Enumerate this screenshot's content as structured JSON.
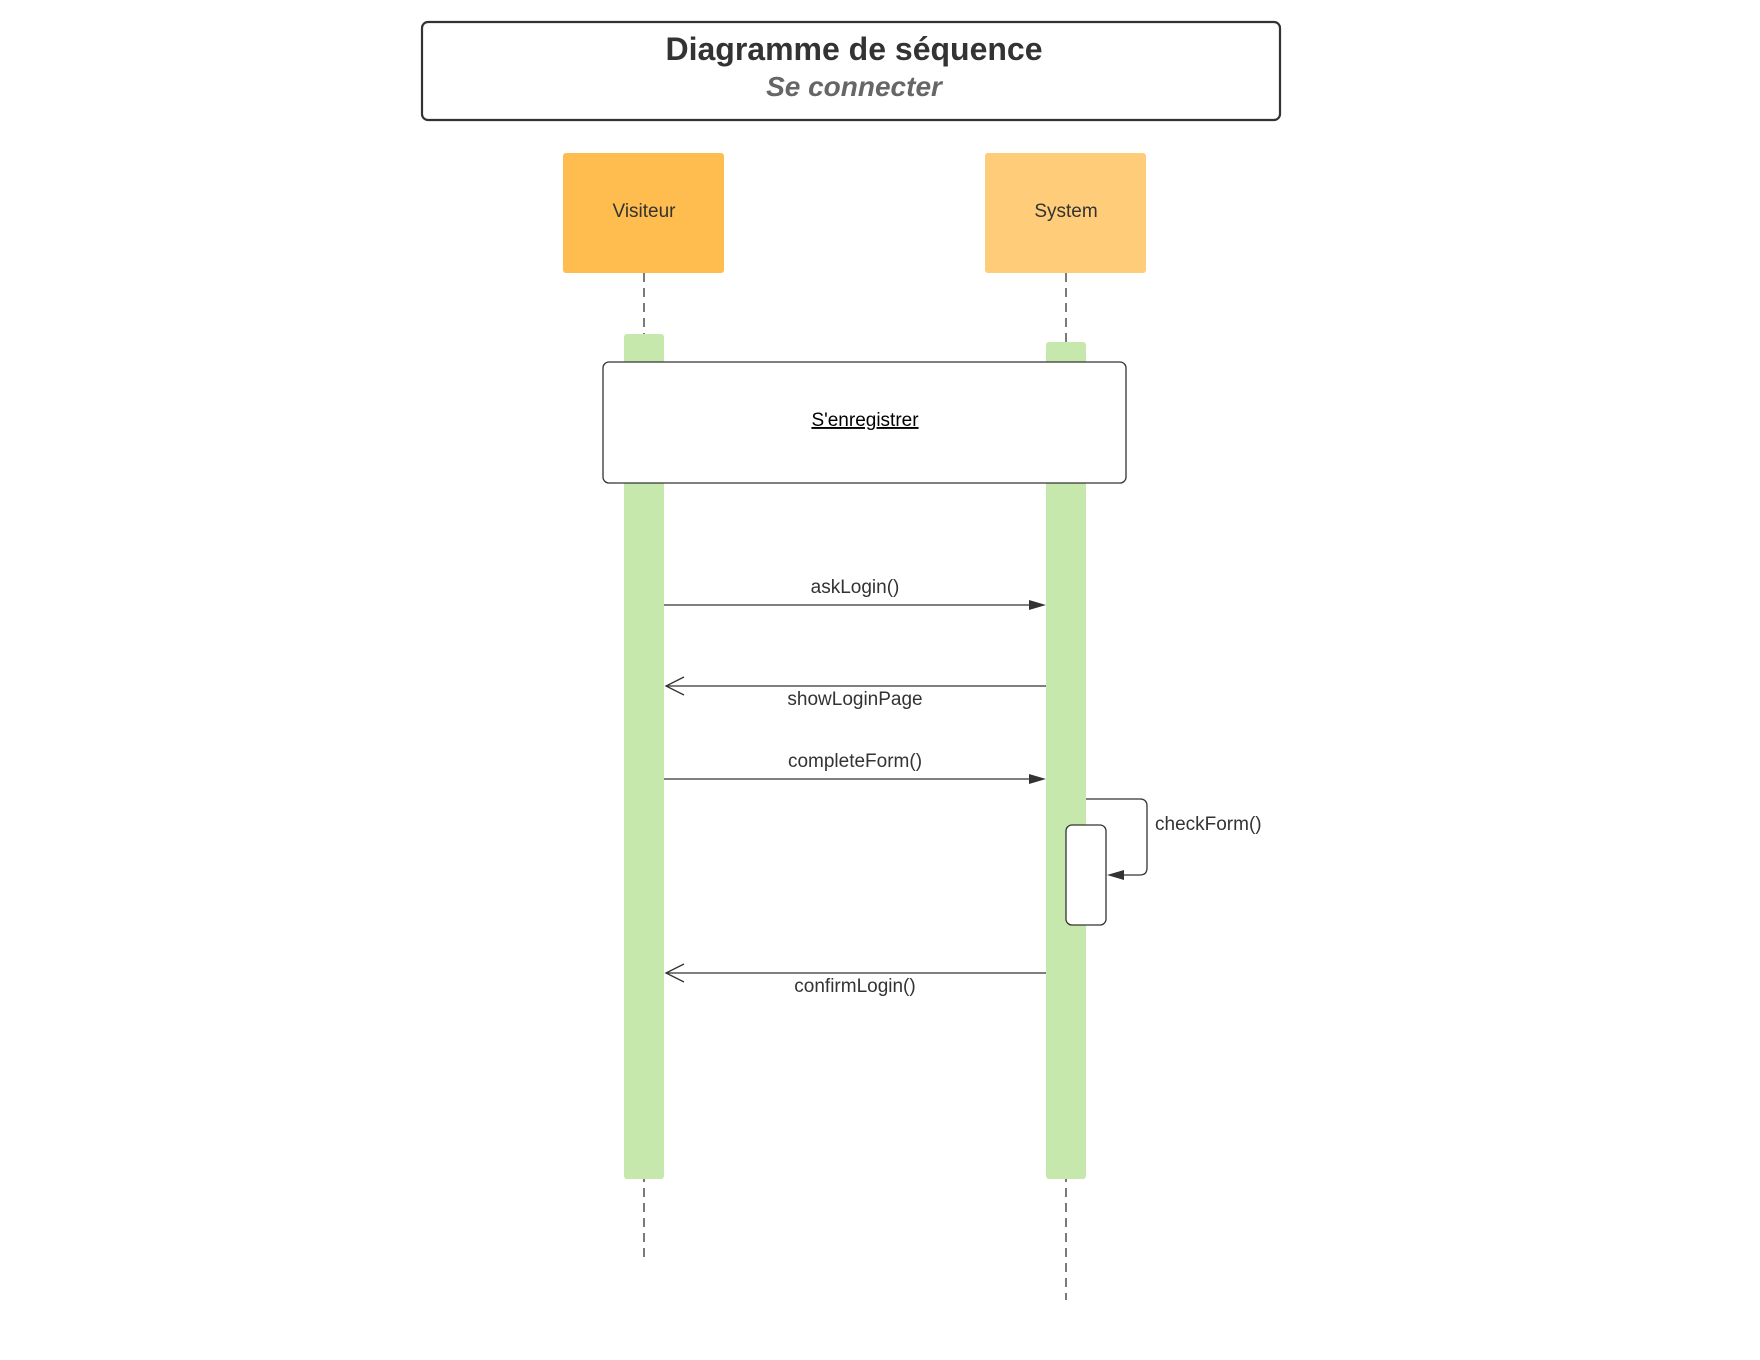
{
  "title": "Diagramme de séquence",
  "subtitle": "Se connecter",
  "actors": [
    {
      "name": "Visiteur",
      "color": "#ffbd4f"
    },
    {
      "name": "System",
      "color": "#ffcc7a"
    }
  ],
  "activation_color": "#c7e8ad",
  "ref_fragment": "S'enregistrer",
  "messages": [
    {
      "label": "askLogin()",
      "from": "Visiteur",
      "to": "System",
      "kind": "synchronous"
    },
    {
      "label": "showLoginPage",
      "from": "System",
      "to": "Visiteur",
      "kind": "return"
    },
    {
      "label": "completeForm()",
      "from": "Visiteur",
      "to": "System",
      "kind": "synchronous"
    },
    {
      "label": "checkForm()",
      "from": "System",
      "to": "System",
      "kind": "self"
    },
    {
      "label": "confirmLogin()",
      "from": "System",
      "to": "Visiteur",
      "kind": "return"
    }
  ]
}
